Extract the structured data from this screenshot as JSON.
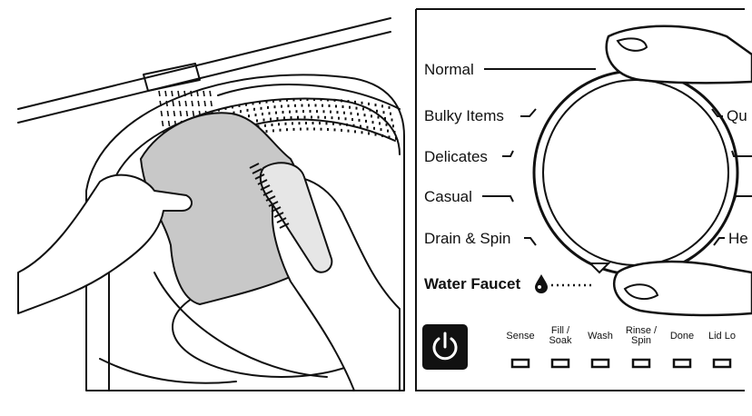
{
  "left_panel": {
    "caption": ""
  },
  "dial": {
    "cycles_left": [
      "Normal",
      "Bulky Items",
      "Delicates",
      "Casual",
      "Drain & Spin"
    ],
    "cycles_right": [
      "Qu",
      "He"
    ],
    "water_faucet": "Water Faucet"
  },
  "status_lights": [
    "Sense",
    "Fill /\nSoak",
    "Wash",
    "Rinse /\nSpin",
    "Done",
    "Lid Lo"
  ],
  "power_icon": "power-icon",
  "colors": {
    "line": "#111111",
    "cloth": "#c8c8c8",
    "background": "#ffffff"
  }
}
